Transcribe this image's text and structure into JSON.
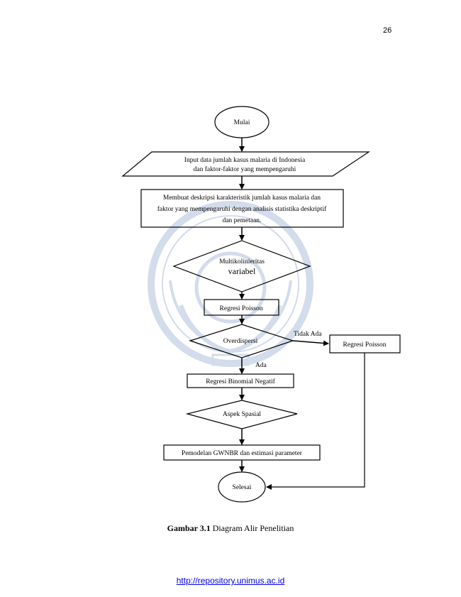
{
  "page_number": "26",
  "nodes": {
    "start": "Mulai",
    "input_line1": "Input data jumlah kasus malaria di Indonesia",
    "input_line2": "dan faktor-faktor yang mempengaruhi",
    "describe_line1": "Membuat deskripsi karakteristik jumlah kasus malaria dan",
    "describe_line2": "faktor yang mempengaruhi dengan analisis statistika deskriptif",
    "describe_line3": "dan pemetaan.",
    "multicol_line1": "Multikolinieritas",
    "multicol_line2": "variabel",
    "regresi_poisson": "Regresi Poisson",
    "overdispersi": "Overdispersi",
    "regresi_poisson_right": "Regresi Poisson",
    "regresi_binomial": "Regresi Binomial Negatif",
    "aspek_spasial": "Aspek Spasial",
    "gwnbr": "Pemodelan GWNBR dan estimasi parameter",
    "end": "Selesai"
  },
  "edge_labels": {
    "tidak_ada": "Tidak Ada",
    "ada": "Ada"
  },
  "caption": {
    "label": "Gambar 3.1",
    "text": " Diagram Alir Penelitian"
  },
  "footer": {
    "link": "http://repository.unimus.ac.id"
  },
  "colors": {
    "line": "#000000",
    "watermark": "#7f9cc8",
    "link": "#0000ee"
  }
}
